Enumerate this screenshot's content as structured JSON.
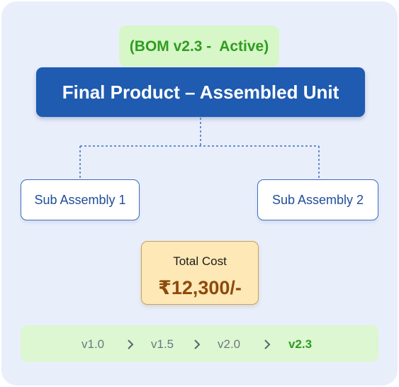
{
  "diagram": {
    "status_label": "(BOM v2.3 -  Active)",
    "final_product": "Final Product – Assembled Unit",
    "sub_assemblies": [
      "Sub Assembly 1",
      "Sub Assembly 2"
    ],
    "cost": {
      "label": "Total Cost",
      "value": "₹12,300/-"
    },
    "versions": [
      "v1.0",
      "v1.5",
      "v2.0",
      "v2.3"
    ],
    "current_version": "v2.3",
    "colors": {
      "background": "#e9eefb",
      "final_box": "#1f5bb0",
      "active_green": "#2f9d1f",
      "cost_fill": "#fde8b6",
      "cost_value": "#8c4a0c"
    }
  }
}
